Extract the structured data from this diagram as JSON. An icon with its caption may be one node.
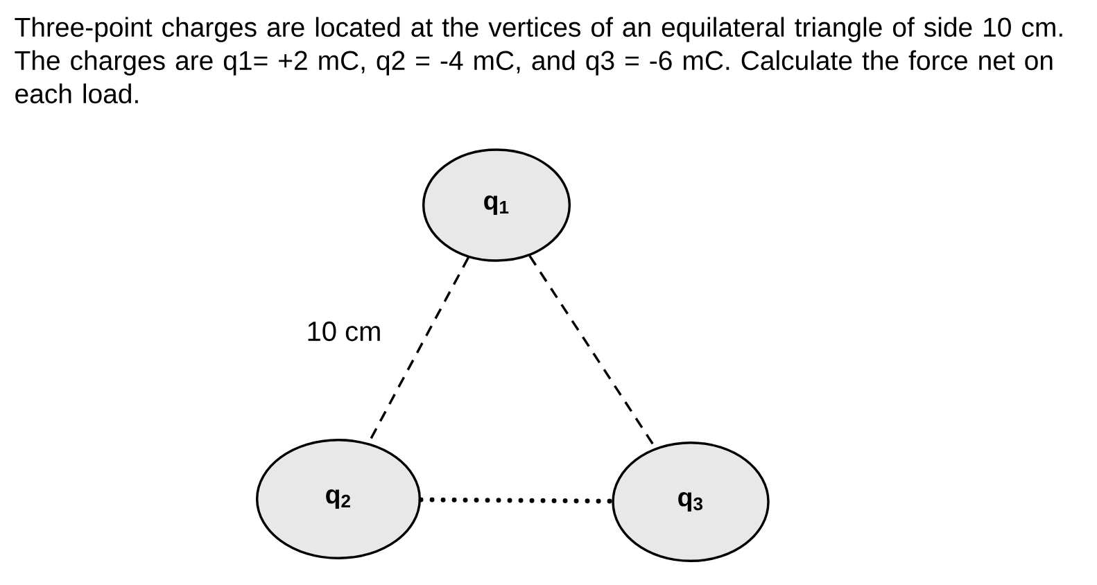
{
  "diagram": {
    "title": "Three-point charges are located at the vertices of an equilateral triangle of side 10 cm. The charges are q1= +2 mC, q2 = -4 mC, and q3 = -6 mC. Calculate the force net on each load.",
    "nodes": [
      {
        "text": [
          "q$_{1}$"
        ]
      },
      {
        "text": [
          "q$_{2}$"
        ]
      },
      {
        "text": [
          "q$_{3}$"
        ]
      }
    ],
    "edges": [
      {
        "from": 0,
        "to": 1,
        "arrow": "none",
        "style": "dashed"
      },
      {
        "from": 0,
        "to": 2,
        "arrow": "none",
        "style": "dashed"
      },
      {
        "from": 1,
        "to": 2,
        "arrow": "none",
        "style": "dashed"
      }
    ],
    "labels": [
      "10 cm"
    ]
  }
}
